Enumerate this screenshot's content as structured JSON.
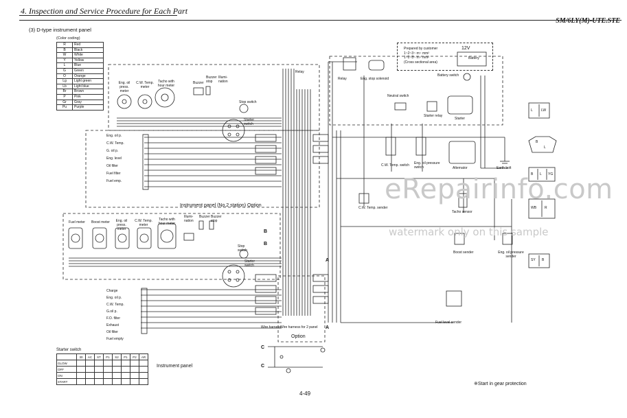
{
  "header": {
    "title": "4. Inspection and Service Procedure for Each Part",
    "model": "SM/6LY(M)-UTE.STE"
  },
  "section_title": "(3) D-type instrument panel",
  "color_coding": {
    "title": "(Color coding)",
    "rows": [
      {
        "code": "R",
        "name": "Red"
      },
      {
        "code": "B",
        "name": "Black"
      },
      {
        "code": "W",
        "name": "White"
      },
      {
        "code": "Y",
        "name": "Yellow"
      },
      {
        "code": "L",
        "name": "Blue"
      },
      {
        "code": "G",
        "name": "Green"
      },
      {
        "code": "O",
        "name": "Orange"
      },
      {
        "code": "Lg",
        "name": "Light green"
      },
      {
        "code": "Lb",
        "name": "Light blue"
      },
      {
        "code": "Br",
        "name": "Brown"
      },
      {
        "code": "P",
        "name": "Pink"
      },
      {
        "code": "Gr",
        "name": "Gray"
      },
      {
        "code": "Pu",
        "name": "Purple"
      }
    ]
  },
  "customer_box": {
    "line1": "Prepared by customer",
    "line2": "1~2~3~    m~    mm²",
    "line3": "1~2~3~    m~    mm²",
    "line4": "(Cross sectional area)"
  },
  "components": {
    "battery_12v": "12V",
    "battery": "Battery",
    "battery_switch": "Battery switch",
    "relay": "Relay",
    "relay2": "Relay",
    "eng_stop_solenoid": "Eng. stop solenoid",
    "neutral_switch": "Neutral switch",
    "starter_relay": "Starter relay",
    "starter": "Starter",
    "cw_temp_switch": "C.W. Temp. switch",
    "eng_oil_press_switch": "Eng. oil pressure switch",
    "alternator": "Alternator",
    "earth_bolt": "Earth bolt",
    "cw_temp_sender": "C.W. Temp. sender",
    "tacho_sensor": "Tacho sensor",
    "boost_sender": "Boost sender",
    "eng_oil_press_sender": "Eng. oil pressure sender",
    "fuel_level_sender": "Fuel level sender",
    "stop_switch": "Stop switch",
    "starter_switch": "Starter switch",
    "buzzer": "Buzzer",
    "buzzer_stop": "Buzzer stop",
    "buzzer2": "Buzzer",
    "buzzer_stop2": "Buzzer stop",
    "illumination": "Illumi-nation",
    "illumination2": "Illumi-nation",
    "stop_switch2": "Stop switch",
    "starter_switch2": "Starter switch",
    "wire_harness": "Wire harness",
    "wire_harness_2nd": "Wire harness for 2 panel",
    "option": "Option"
  },
  "gauges_upper": [
    "Eng. oil press. meter",
    "C.W. Temp. meter",
    "Tacho with hour meter"
  ],
  "gauges_lower": [
    "Fuel meter",
    "Boost meter",
    "Eng. oil press. meter",
    "C.W. Temp. meter",
    "Tacho with hour meter"
  ],
  "lamps_upper": [
    "Eng. oil p.",
    "C.W. Temp.",
    "G. oil p.",
    "Eng. level",
    "Oil filter",
    "Fuel filter",
    "Fuel emp."
  ],
  "lamps_lower": [
    "Charge",
    "Eng. oil p.",
    "C.W. Temp.",
    "G.oil p.",
    "F.O. filter",
    "Exhaust",
    "Oil filter",
    "Fuel empty"
  ],
  "panel_upper_label": "Instrument panel (No.2 station) Option",
  "panel_lower_label": "Instrument panel",
  "terminals": [
    "A",
    "A",
    "B",
    "B",
    "C",
    "C"
  ],
  "connectors": [
    [
      "L",
      "LW"
    ],
    [
      "B",
      "L"
    ],
    [
      "B",
      "L",
      "YG"
    ],
    [
      "WB",
      "R"
    ],
    [
      "SY",
      "B"
    ]
  ],
  "starter_switch_table": {
    "title": "Starter switch",
    "columns": [
      "",
      "30",
      "AC",
      "ST",
      "P1",
      "S2",
      "P1",
      "P2",
      "AR"
    ],
    "rows": [
      "GLOW",
      "OFF",
      "ON",
      "START"
    ]
  },
  "page_number": "4-49",
  "note": "※Start in gear protection",
  "watermark": {
    "main": "eRepairinfo.com",
    "sub": "watermark only on this sample"
  }
}
